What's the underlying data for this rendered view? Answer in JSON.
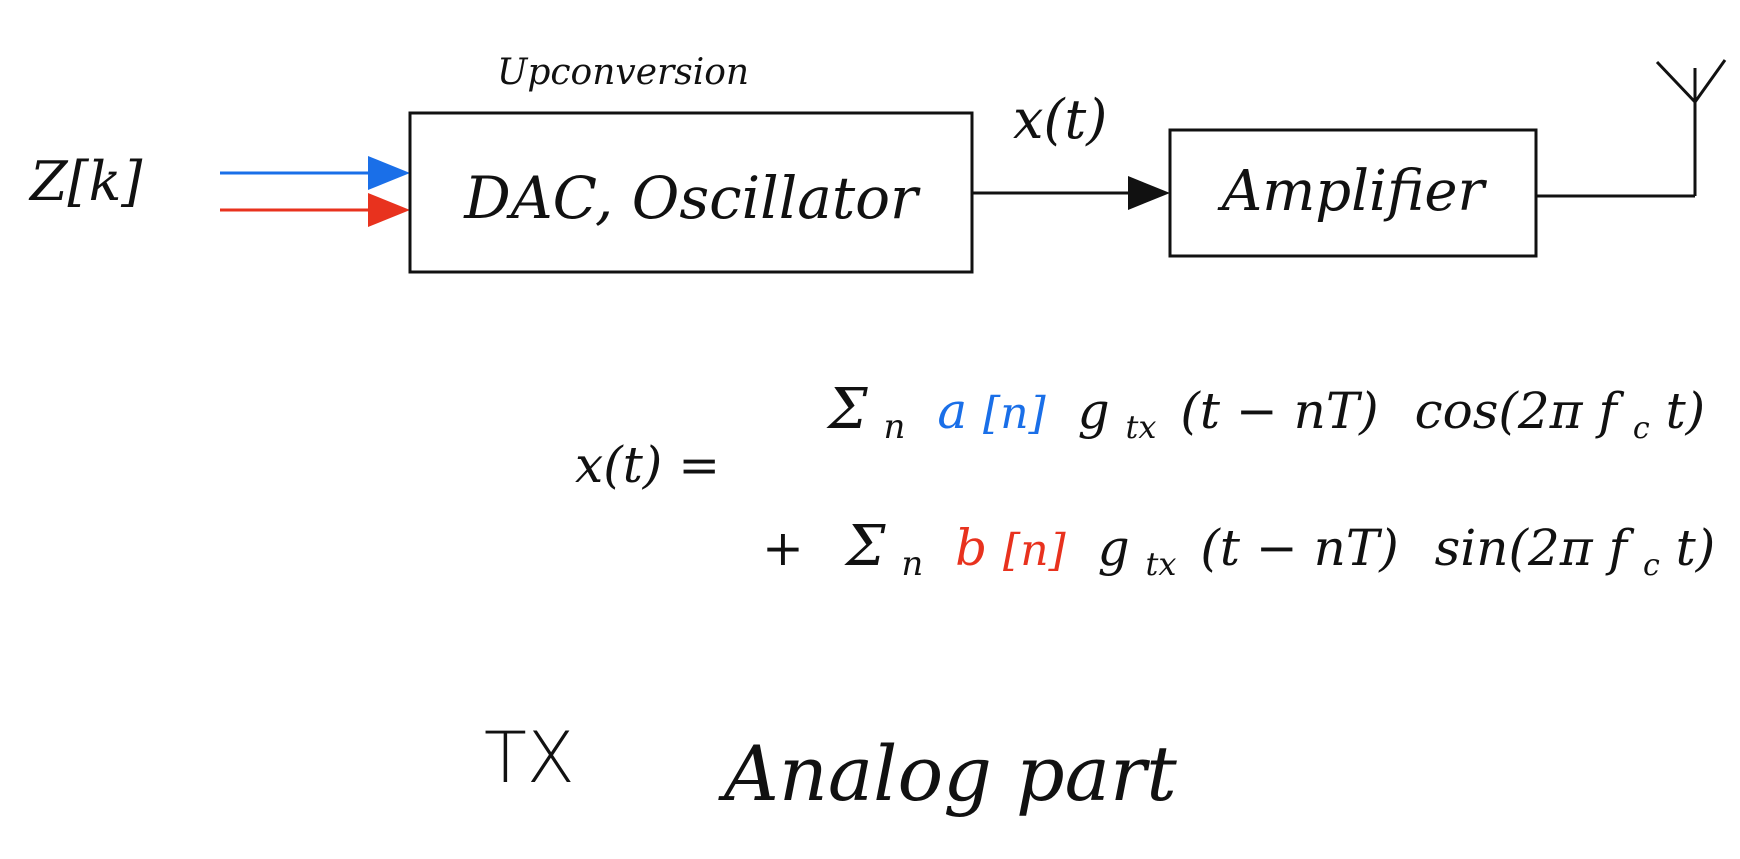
{
  "input_label": "Z[k]",
  "upconversion_label": "Upconversion",
  "dac_block_label": "DAC, Oscillator",
  "signal_label": "x(t)",
  "amplifier_block_label": "Amplifier",
  "equation": {
    "lhs": "x(t) =",
    "line1": {
      "sum": "Σ",
      "sum_index": "n",
      "coef_letter": "a",
      "coef_index": "[n]",
      "pulse": "g",
      "pulse_sub": "tx",
      "shift": "(t − nT)",
      "carrier_start": "cos(2π f",
      "carrier_sub": "c",
      "carrier_end": " t)"
    },
    "line2": {
      "plus": "+",
      "sum": "Σ",
      "sum_index": "n",
      "coef_letter": "b",
      "coef_index": "[n]",
      "pulse": "g",
      "pulse_sub": "tx",
      "shift": "(t − nT)",
      "carrier_start": "sin(2π f",
      "carrier_sub": "c",
      "carrier_end": " t)"
    }
  },
  "footer": {
    "tx_label": "TX",
    "analog_label": "Analog part"
  },
  "colors": {
    "ink": "#111111",
    "in_phase": "#1a6fe8",
    "quadrature": "#e8321e",
    "background": "#ffffff"
  },
  "icons": {
    "antenna": "antenna-icon"
  }
}
